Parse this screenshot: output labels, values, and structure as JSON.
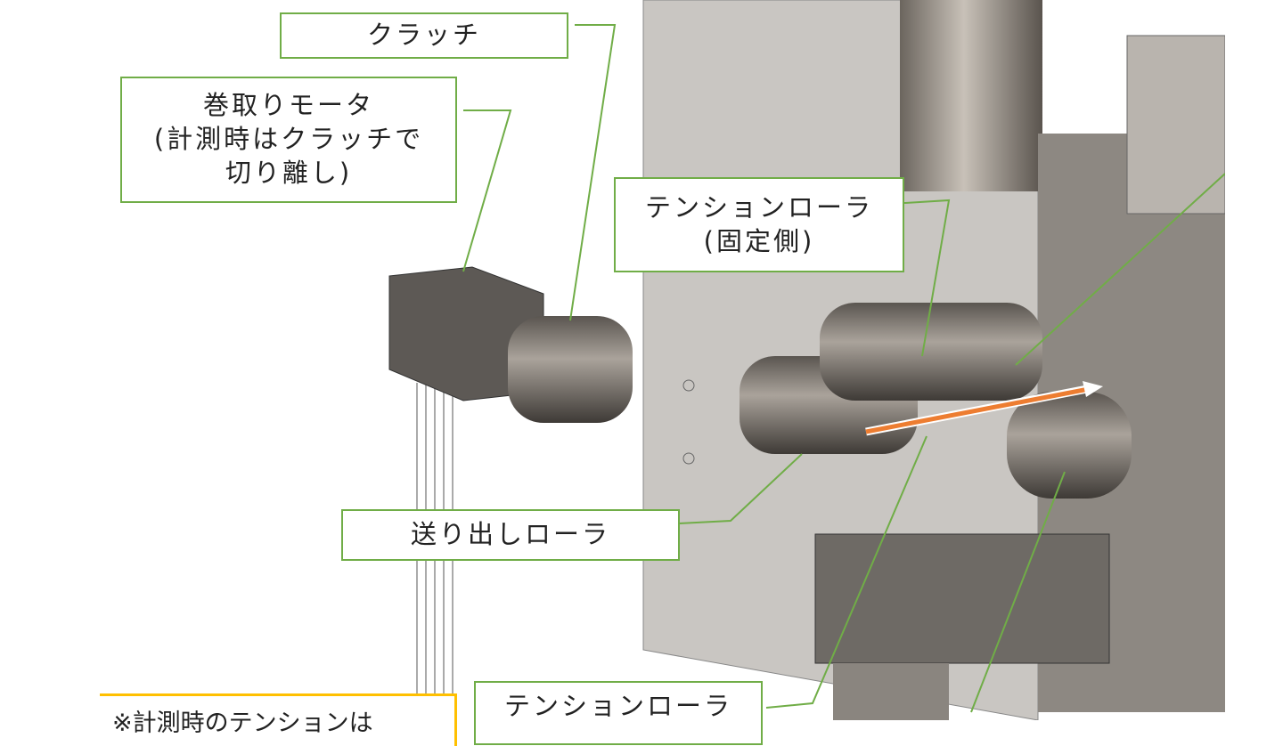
{
  "labels": {
    "clutch": "クラッチ",
    "winding_motor": [
      "巻取りモータ",
      "(計測時はクラッチで",
      "切り離し)"
    ],
    "tension_roller_fixed": [
      "テンションローラ",
      "(固定側)"
    ],
    "feed_roller": "送り出しローラ",
    "tension_roller_bottom": "テンションローラ",
    "note": "※計測時のテンションは"
  },
  "colors": {
    "leader": "#70ad47",
    "note_border": "#ffc000",
    "arrow": "#ed7d31"
  }
}
